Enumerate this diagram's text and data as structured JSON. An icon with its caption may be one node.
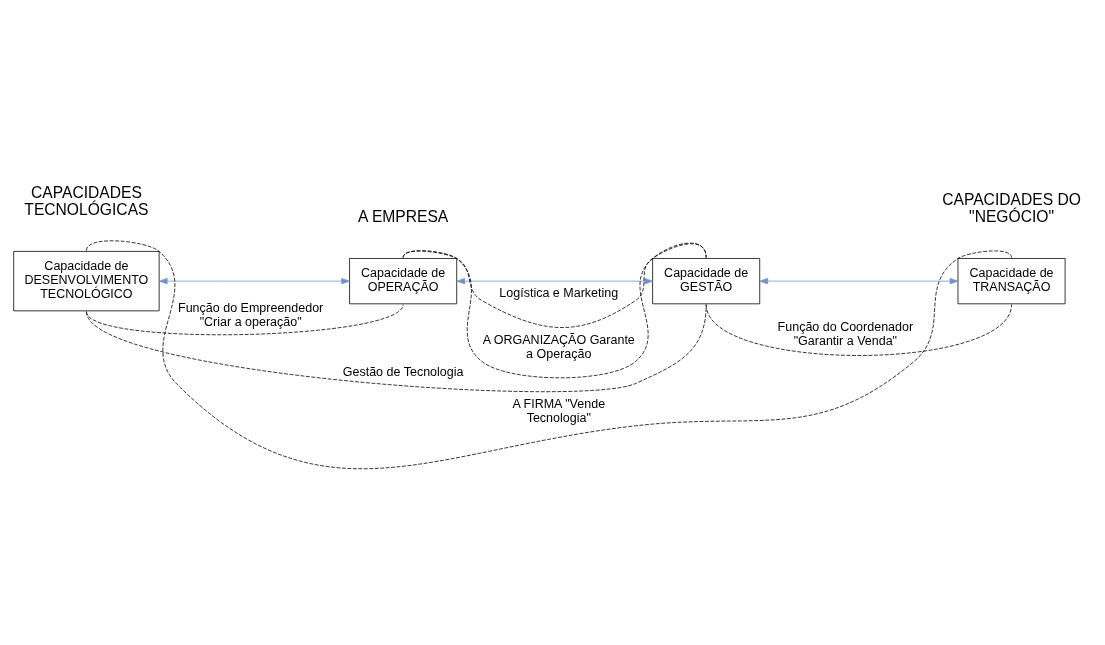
{
  "diagram": {
    "nodes": [
      {
        "text": [
          "Capacidade de DESENVOLVIMENTO TECNOLÓGICO"
        ]
      },
      {
        "text": [
          "Capacidade de OPERAÇÃO"
        ]
      },
      {
        "text": [
          "Capacidade de GESTÃO"
        ]
      },
      {
        "text": [
          "Capacidade de TRANSAÇÃO"
        ]
      }
    ],
    "edges": [
      {
        "from": 0,
        "to": 1,
        "arrow": "both",
        "color": "#6f93c8"
      },
      {
        "from": 1,
        "to": 2,
        "arrow": "both",
        "color": "#6f93c8"
      },
      {
        "from": 2,
        "to": 3,
        "arrow": "both",
        "color": "#6f93c8"
      },
      {
        "from": 0,
        "to": 3,
        "arrow": "none",
        "style": "dashed",
        "label": "A FIRMA \"Vende Tecnologia\""
      },
      {
        "from": 0,
        "to": 1,
        "arrow": "none",
        "style": "dashed",
        "label": "Função do Empreendedor \"Criar a operação\""
      },
      {
        "from": 1,
        "to": 2,
        "arrow": "none",
        "style": "dashed",
        "label": "Logística e Marketing"
      },
      {
        "from": 0,
        "to": 2,
        "arrow": "none",
        "style": "dashed",
        "label": "Gestão de Tecnologia"
      },
      {
        "from": 1,
        "to": 2,
        "arrow": "none",
        "style": "dashed",
        "label": "A ORGANIZAÇÃO Garante a Operação"
      },
      {
        "from": 2,
        "to": 3,
        "arrow": "none",
        "style": "dashed",
        "label": "Função do Coordenador \"Garantir a Venda\""
      }
    ],
    "labels": [
      "A EMPRESA",
      "CAPACIDADES TECNOLÓGICAS",
      "CAPACIDADES DO \"NEGÓCIO\""
    ]
  }
}
